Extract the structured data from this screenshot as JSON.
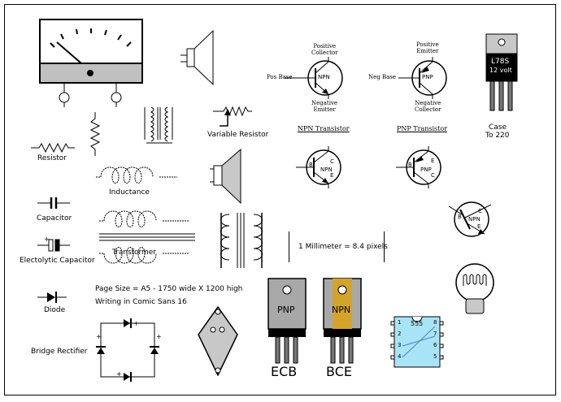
{
  "labels": {
    "resistor": "Resistor",
    "variable_resistor": "Variable Resistor",
    "inductance": "Inductance",
    "capacitor": "Capacitor",
    "transformer": "Transformer",
    "electrolytic_capacitor": "Electolytic Capacitor",
    "diode": "Diode",
    "bridge_rectifier": "Bridge Rectifier",
    "page_size": "Page Size = A5 - 1750 wide X 1200 high",
    "writing": "Writing in Comic Sans 16",
    "millimeter": "1 Millimeter = 8.4 pixels",
    "npn_transistor": "NPN Transistor",
    "pnp_transistor": "PNP Transistor",
    "case_line1": "Case",
    "case_line2": "To 220",
    "reg_line1": "L78S",
    "reg_line2": "12 volt",
    "ic_label": "555",
    "pnp_case_text": "PNP",
    "npn_case_text": "NPN",
    "ecb": "ECB",
    "bce": "BCE",
    "npn_top1": "Positive",
    "npn_top2": "Collector",
    "npn_bot1": "Negative",
    "npn_bot2": "Emitter",
    "npn_base": "Pos Base",
    "pnp_top1": "Positive",
    "pnp_top2": "Emitter",
    "pnp_bot1": "Negative",
    "pnp_bot2": "Collector",
    "pnp_base": "Neg Base",
    "npn": "NPN",
    "pnp": "PNP",
    "b": "B",
    "c": "C",
    "e": "E",
    "plus": "+",
    "ic_pins_left": [
      "1",
      "2",
      "3",
      "4"
    ],
    "ic_pins_right": [
      "8",
      "7",
      "6",
      "5"
    ]
  },
  "colors": {
    "meter_gray": "#c0c0c0",
    "case_gray": "#a8a8a8",
    "gold": "#d4a32a",
    "ic_body": "#a8e4f6"
  }
}
